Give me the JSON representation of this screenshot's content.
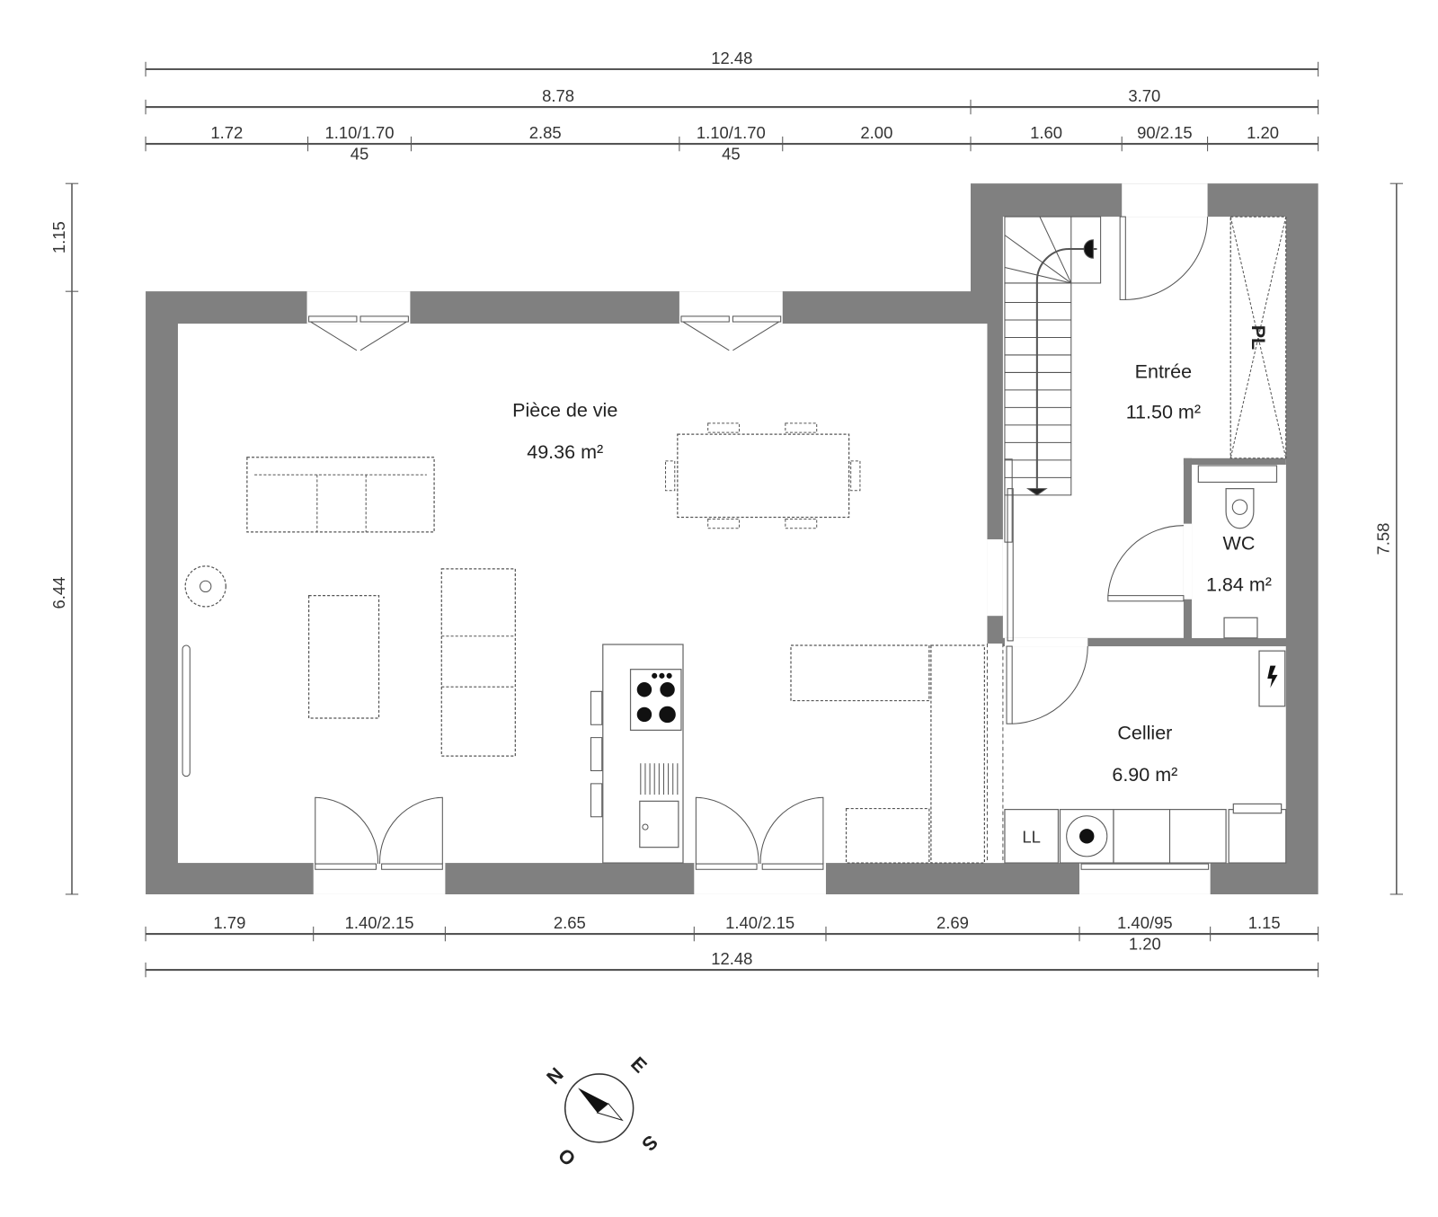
{
  "dimensions": {
    "top_total": "12.48",
    "top_mid": [
      "8.78",
      "3.70"
    ],
    "top_segments": [
      {
        "label": "1.72",
        "sub": ""
      },
      {
        "label": "1.10/1.70",
        "sub": "45"
      },
      {
        "label": "2.85",
        "sub": ""
      },
      {
        "label": "1.10/1.70",
        "sub": "45"
      },
      {
        "label": "2.00",
        "sub": ""
      },
      {
        "label": "1.60",
        "sub": ""
      },
      {
        "label": "90/2.15",
        "sub": ""
      },
      {
        "label": "1.20",
        "sub": ""
      }
    ],
    "bottom_segments": [
      {
        "label": "1.79",
        "sub": ""
      },
      {
        "label": "1.40/2.15",
        "sub": ""
      },
      {
        "label": "2.65",
        "sub": ""
      },
      {
        "label": "1.40/2.15",
        "sub": ""
      },
      {
        "label": "2.69",
        "sub": ""
      },
      {
        "label": "1.40/95",
        "sub": "1.20"
      },
      {
        "label": "1.15",
        "sub": ""
      }
    ],
    "bottom_total": "12.48",
    "left": [
      "1.15",
      "6.44"
    ],
    "right_total": "7.58"
  },
  "rooms": [
    {
      "name": "Pièce de vie",
      "area": "49.36 m²"
    },
    {
      "name": "Entrée",
      "area": "11.50 m²"
    },
    {
      "name": "WC",
      "area": "1.84 m²"
    },
    {
      "name": "Cellier",
      "area": "6.90 m²"
    }
  ],
  "labels": {
    "closet": "PL",
    "laundry": "LL"
  },
  "compass": {
    "n": "N",
    "e": "E",
    "s": "S",
    "o": "O"
  },
  "colors": {
    "wall": "#808080",
    "line": "#555555"
  }
}
